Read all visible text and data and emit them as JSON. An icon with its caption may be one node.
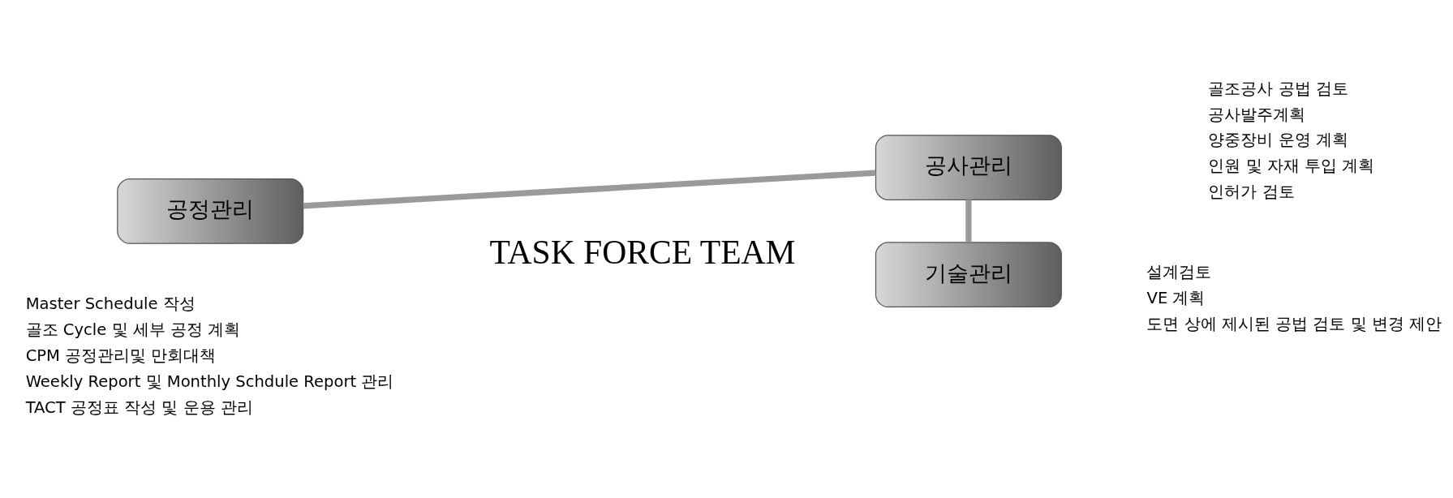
{
  "diagram": {
    "nodes": [
      {
        "text": [
          "공정관리"
        ],
        "beside": [
          "Master Schedule 작성",
          "골조 Cycle 및 세부 공정 계획",
          "CPM 공정관리및 만회대책",
          "Weekly Report 및 Monthly Schdule Report 관리",
          "TACT 공정표 작성 및 운용 관리"
        ]
      },
      {
        "text": [
          "공사관리"
        ],
        "beside": [
          "골조공사 공법 검토",
          "공사발주계획",
          "양중장비 운영 계획",
          "인원 및 자재 투입 계획",
          "인허가 검토"
        ]
      },
      {
        "text": [
          "기술관리"
        ],
        "beside": [
          "설계검토",
          "VE 계획",
          "도면 상에 제시된 공법 검토 및 변경 제안"
        ]
      }
    ],
    "edges": [
      {
        "from": 0,
        "to": 1,
        "arrow": "none"
      },
      {
        "from": 1,
        "to": 2,
        "arrow": "none"
      }
    ],
    "labels": [
      "TASK FORCE TEAM"
    ]
  }
}
